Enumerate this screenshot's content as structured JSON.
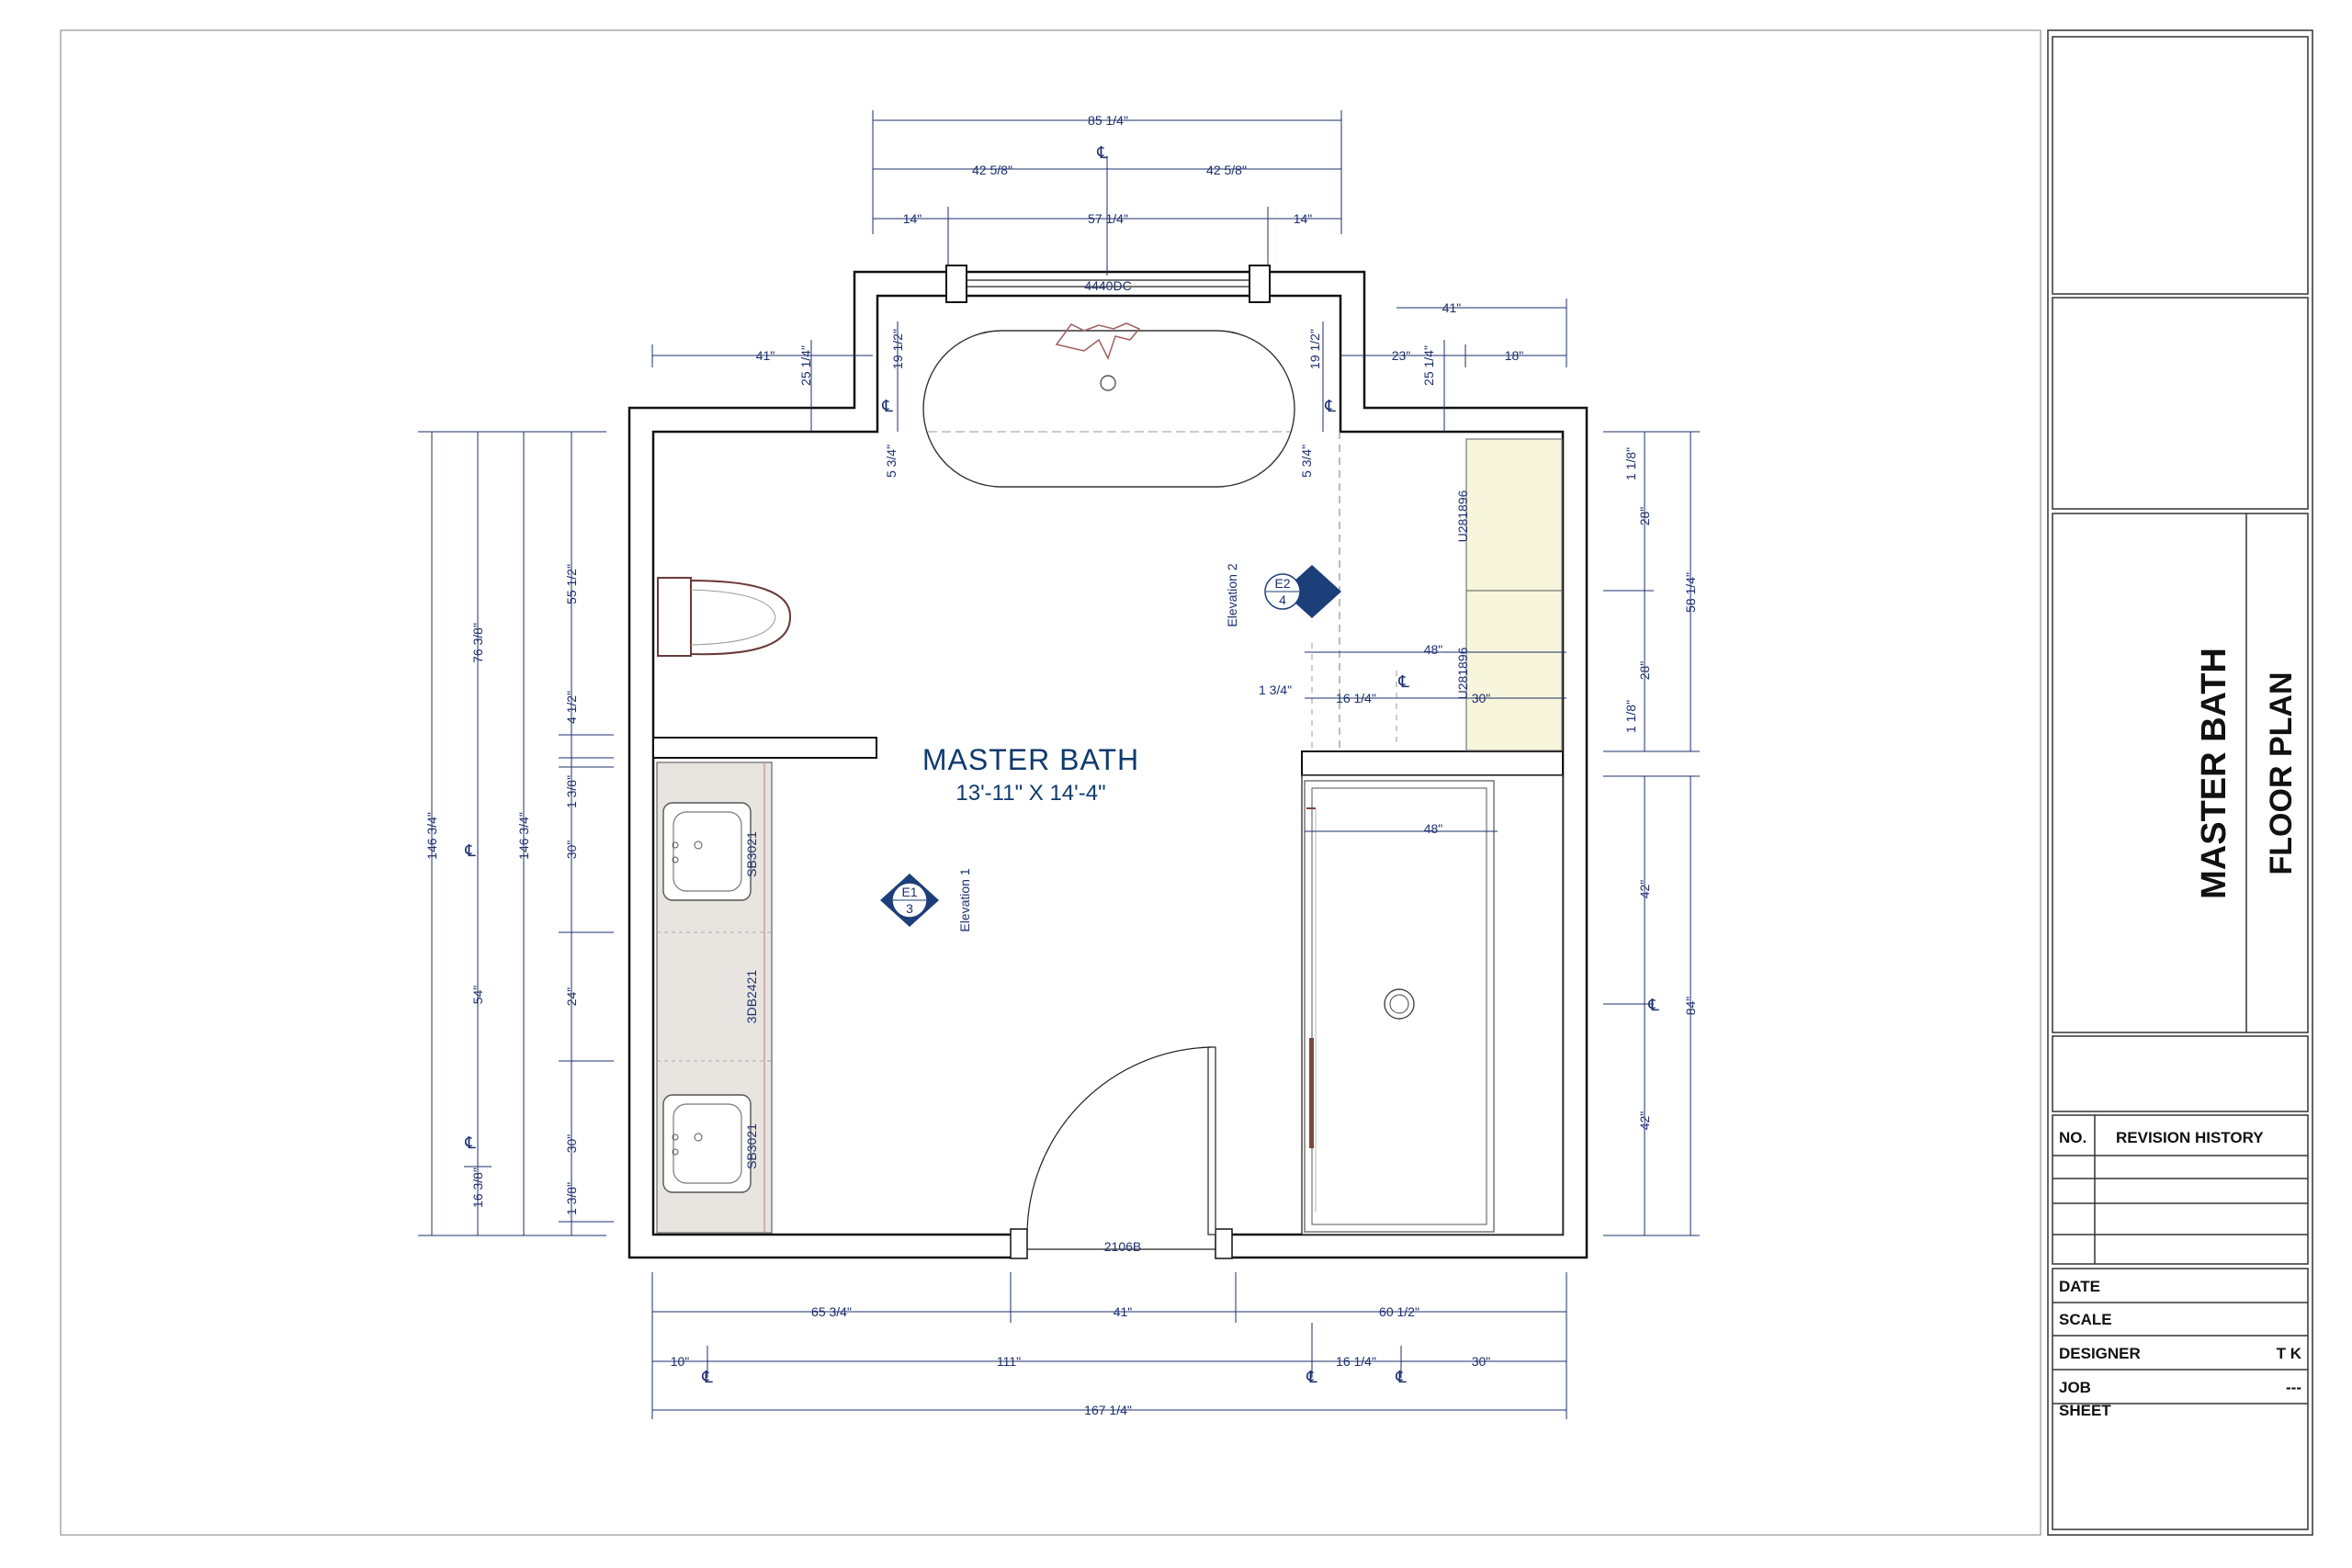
{
  "room": {
    "name": "MASTER BATH",
    "size": "13'-11\" X 14'-4\""
  },
  "title_block": {
    "title_line1": "MASTER BATH",
    "title_line2": "FLOOR PLAN",
    "revision": {
      "no_label": "NO.",
      "history_label": "REVISION HISTORY"
    },
    "fields": {
      "date_label": "DATE",
      "scale_label": "SCALE",
      "designer_label": "DESIGNER",
      "designer_value": "T K",
      "job_label": "JOB",
      "job_value": "---",
      "sheet_label": "SHEET"
    }
  },
  "labels": {
    "window": "4440DC",
    "door": "2106B",
    "elev1_name": "Elevation 1",
    "elev1_id": "E1",
    "elev1_num": "3",
    "elev2_name": "Elevation 2",
    "elev2_id": "E2",
    "elev2_num": "4",
    "cab_u1": "U281896",
    "cab_u2": "U281896",
    "cab_sb1": "SB3021",
    "cab_db": "3DB2421",
    "cab_sb2": "SB3021",
    "centerline": "℄"
  },
  "dims": {
    "top_overall": "85 1/4\"",
    "top_half_l": "42 5/8\"",
    "top_half_r": "42 5/8\"",
    "top_14_l": "14\"",
    "top_57": "57 1/4\"",
    "top_14_r": "14\"",
    "left_41": "41\"",
    "left_25": "25 1/4\"",
    "left_19": "19 1/2\"",
    "right_19": "19 1/2\"",
    "right_41": "41\"",
    "right_23": "23\"",
    "right_25": "25 1/4\"",
    "right_18": "18\"",
    "tub_5l": "5 3/4\"",
    "tub_5r": "5 3/4\"",
    "v_146a": "146 3/4\"",
    "v_76": "76 3/8\"",
    "v_146b": "146 3/4\"",
    "v_54": "54\"",
    "v_16": "16 3/8\"",
    "v_55": "55 1/2\"",
    "v_4": "4 1/2\"",
    "v_1a": "1 3/8\"",
    "v_30a": "30\"",
    "v_24": "24\"",
    "v_30b": "30\"",
    "v_1b": "1 3/8\"",
    "r_1a": "1 1/8\"",
    "r_28a": "28\"",
    "r_28b": "28\"",
    "r_1b": "1 1/8\"",
    "r_58": "58 1/4\"",
    "r_42a": "42\"",
    "r_42b": "42\"",
    "r_84": "84\"",
    "in_48a": "48\"",
    "in_13": "1 3/4\"",
    "in_16": "16 1/4\"",
    "in_30": "30\"",
    "in_48b": "48\"",
    "b_65": "65 3/4\"",
    "b_41": "41\"",
    "b_60": "60 1/2\"",
    "b_10": "10\"",
    "b_111": "111\"",
    "b_16": "16 1/4\"",
    "b_30": "30\"",
    "b_167": "167 1/4\""
  },
  "colors": {
    "ink": "#1c2f6e",
    "vanity": "#e8e4e0",
    "linen": "#f7f5dc",
    "accent": "#7a4a3a"
  }
}
